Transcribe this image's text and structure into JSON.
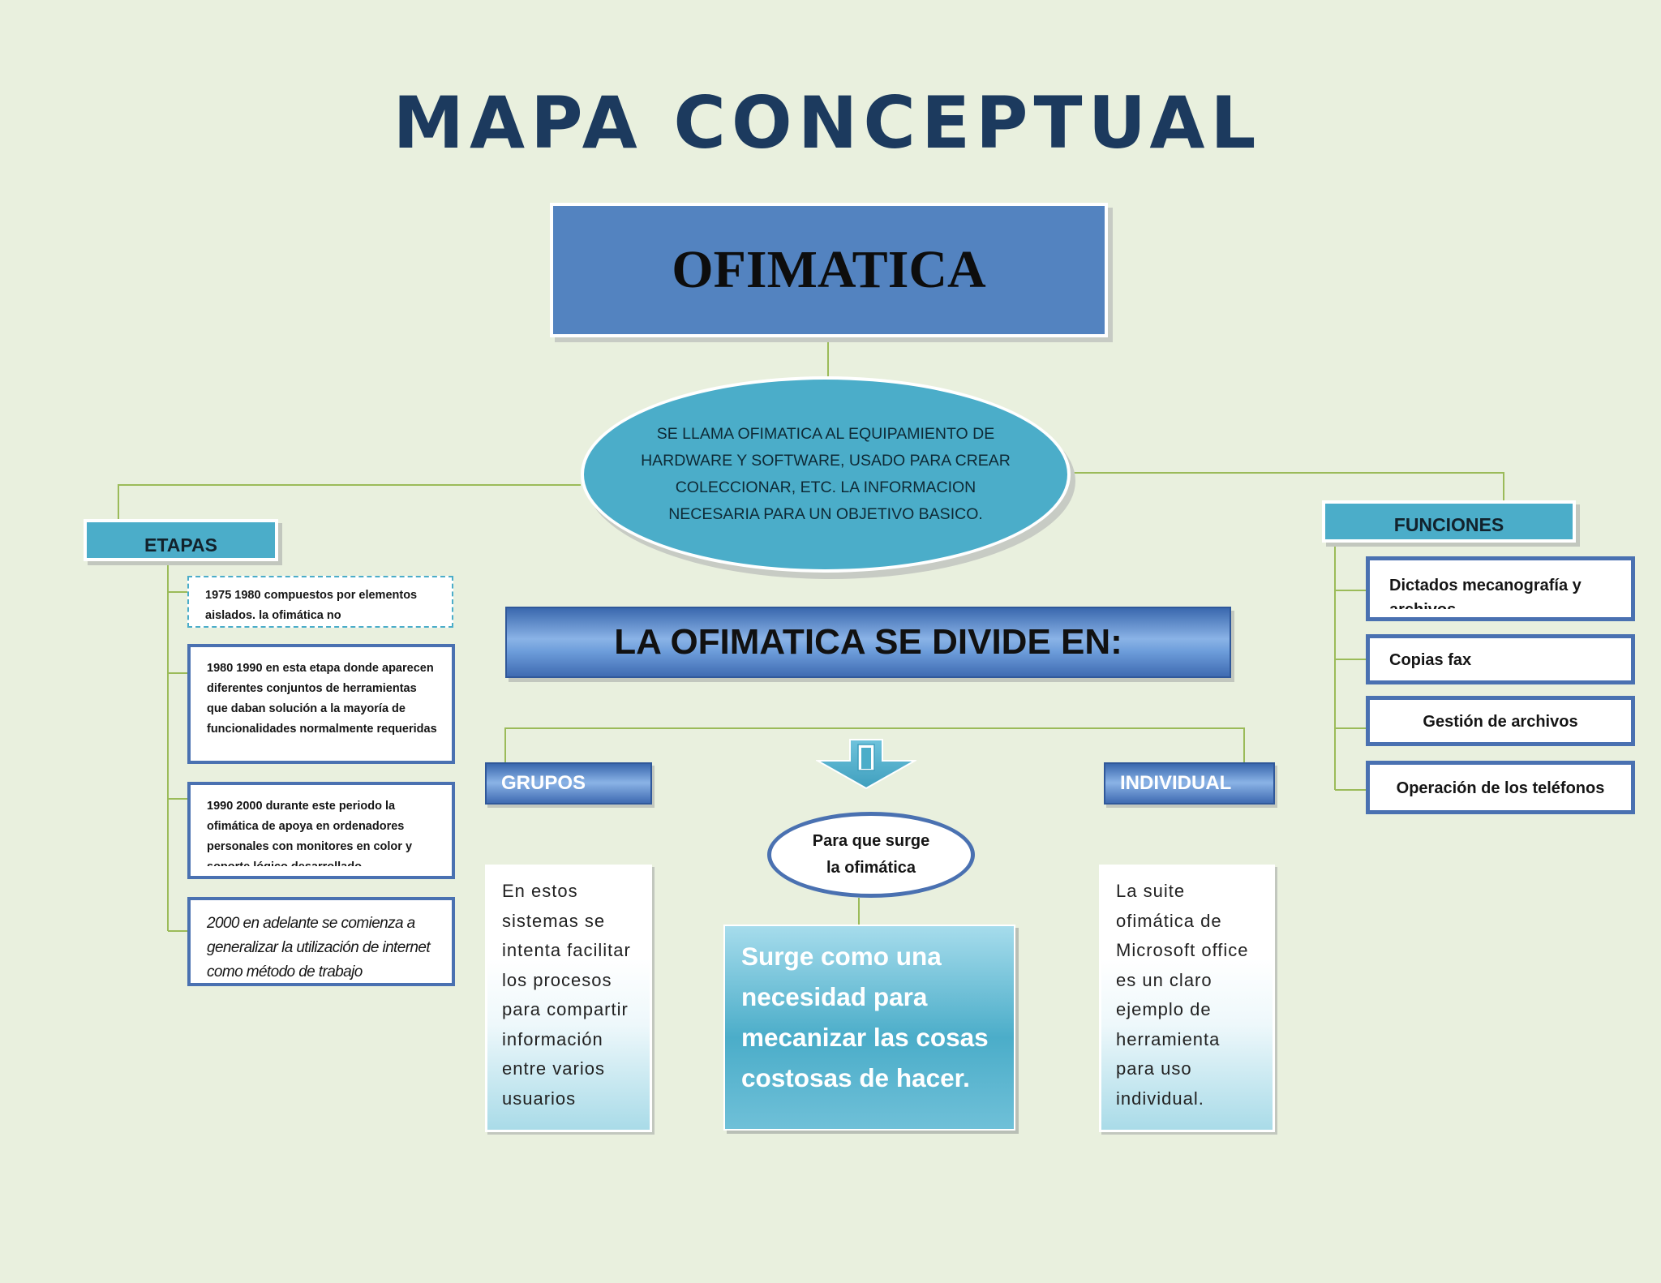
{
  "page_title": "MAPA CONCEPTUAL",
  "main_topic": "OFIMATICA",
  "definition": "SE LLAMA OFIMATICA AL EQUIPAMIENTO DE HARDWARE Y SOFTWARE, USADO PARA CREAR COLECCIONAR, ETC. LA INFORMACION NECESARIA PARA UN OBJETIVO BASICO.",
  "etapas": {
    "title": "ETAPAS",
    "items": [
      "1975 1980 compuestos por elementos aislados. la ofimática no",
      "1980 1990 en esta etapa donde aparecen diferentes conjuntos de herramientas que daban solución a la mayoría de funcionalidades normalmente requeridas",
      "1990 2000 durante este periodo la ofimática de apoya en ordenadores personales con monitores en color y soporte lógico desarrollado",
      "2000 en adelante se comienza a generalizar la utilización de internet como método de trabajo"
    ]
  },
  "funciones": {
    "title": "FUNCIONES",
    "items": [
      "Dictados mecanografía y archivos",
      "Copias fax",
      "Gestión de archivos",
      "Operación de los teléfonos"
    ]
  },
  "division": {
    "title": "LA OFIMATICA SE DIVIDE EN:",
    "grupos": {
      "title": "GRUPOS",
      "text": "En estos sistemas se intenta facilitar los procesos para compartir información entre varios usuarios"
    },
    "individual": {
      "title": "INDIVIDUAL",
      "text": "La suite ofimática de Microsoft office es un claro ejemplo de herramienta para uso individual."
    }
  },
  "question": "Para que surge la ofimática",
  "answer": "Surge como una necesidad para mecanizar las cosas costosas de hacer.",
  "colors": {
    "background": "#e9f0de",
    "title_text": "#1c3a5e",
    "main_box": "#5383c0",
    "teal": "#4badc9",
    "border_blue": "#4a71b1",
    "connector": "#9bbb59"
  }
}
